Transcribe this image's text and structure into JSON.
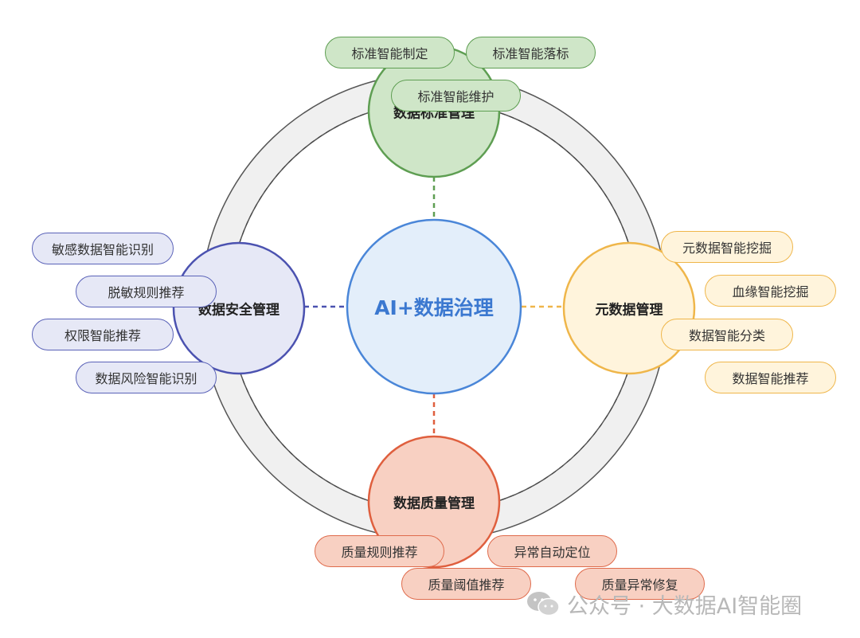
{
  "center": {
    "label": "AI+数据治理"
  },
  "modules": {
    "standard": {
      "label": "数据标准管理",
      "items": [
        "标准智能制定",
        "标准智能落标",
        "标准智能维护"
      ]
    },
    "security": {
      "label": "数据安全管理",
      "items": [
        "敏感数据智能识别",
        "脱敏规则推荐",
        "权限智能推荐",
        "数据风险智能识别"
      ]
    },
    "metadata": {
      "label": "元数据管理",
      "items": [
        "元数据智能挖掘",
        "血缘智能挖掘",
        "数据智能分类",
        "数据智能推荐"
      ]
    },
    "quality": {
      "label": "数据质量管理",
      "items": [
        "质量规则推荐",
        "异常自动定位",
        "质量阈值推荐",
        "质量异常修复"
      ]
    }
  },
  "colors": {
    "center_fill": "#e3eefa",
    "center_stroke": "#4a86d8",
    "center_text": "#3b78d0",
    "green_fill": "#cfe6c8",
    "green_stroke": "#5e9e52",
    "blue_fill": "#e6e8f6",
    "blue_stroke": "#4b52b0",
    "yellow_fill": "#fff4dc",
    "yellow_stroke": "#efb64a",
    "red_fill": "#f8d0c2",
    "red_stroke": "#df5f3e",
    "ring_fill": "#f0f0f0",
    "ring_stroke": "#555555"
  },
  "watermark": {
    "icon": "wechat-icon",
    "text": "公众号 · 大数据AI智能圈"
  }
}
